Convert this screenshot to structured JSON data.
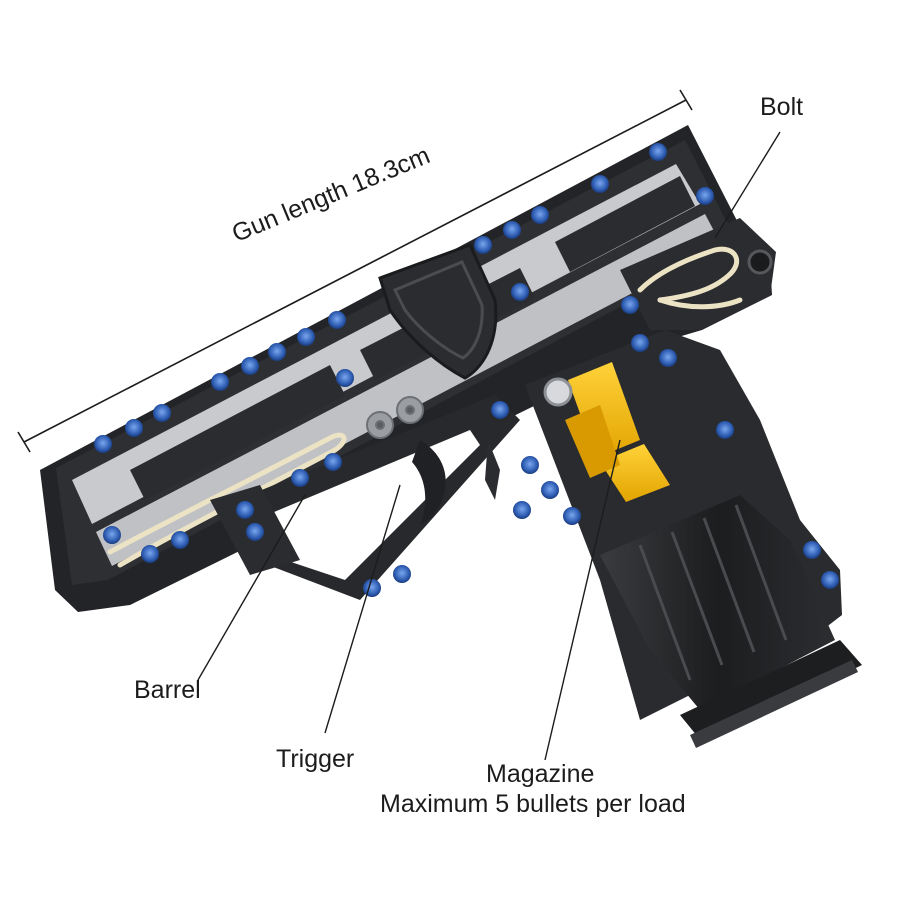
{
  "labels": {
    "gun_length": "Gun length 18.3cm",
    "bolt": "Bolt",
    "barrel": "Barrel",
    "trigger": "Trigger",
    "magazine": "Magazine",
    "magazine_capacity": "Maximum 5 bullets per load"
  },
  "colors": {
    "frame": "#2a2b2e",
    "frame_dark": "#17181a",
    "light_gray": "#c9cbce",
    "mid_gray": "#8d9094",
    "pin_blue": "#3f6fc4",
    "bullet_yellow": "#f2b918",
    "rubber_band": "#ece3c4"
  },
  "icons": [
    "technic-pin-icon",
    "gear-icon",
    "rubber-band-icon"
  ]
}
